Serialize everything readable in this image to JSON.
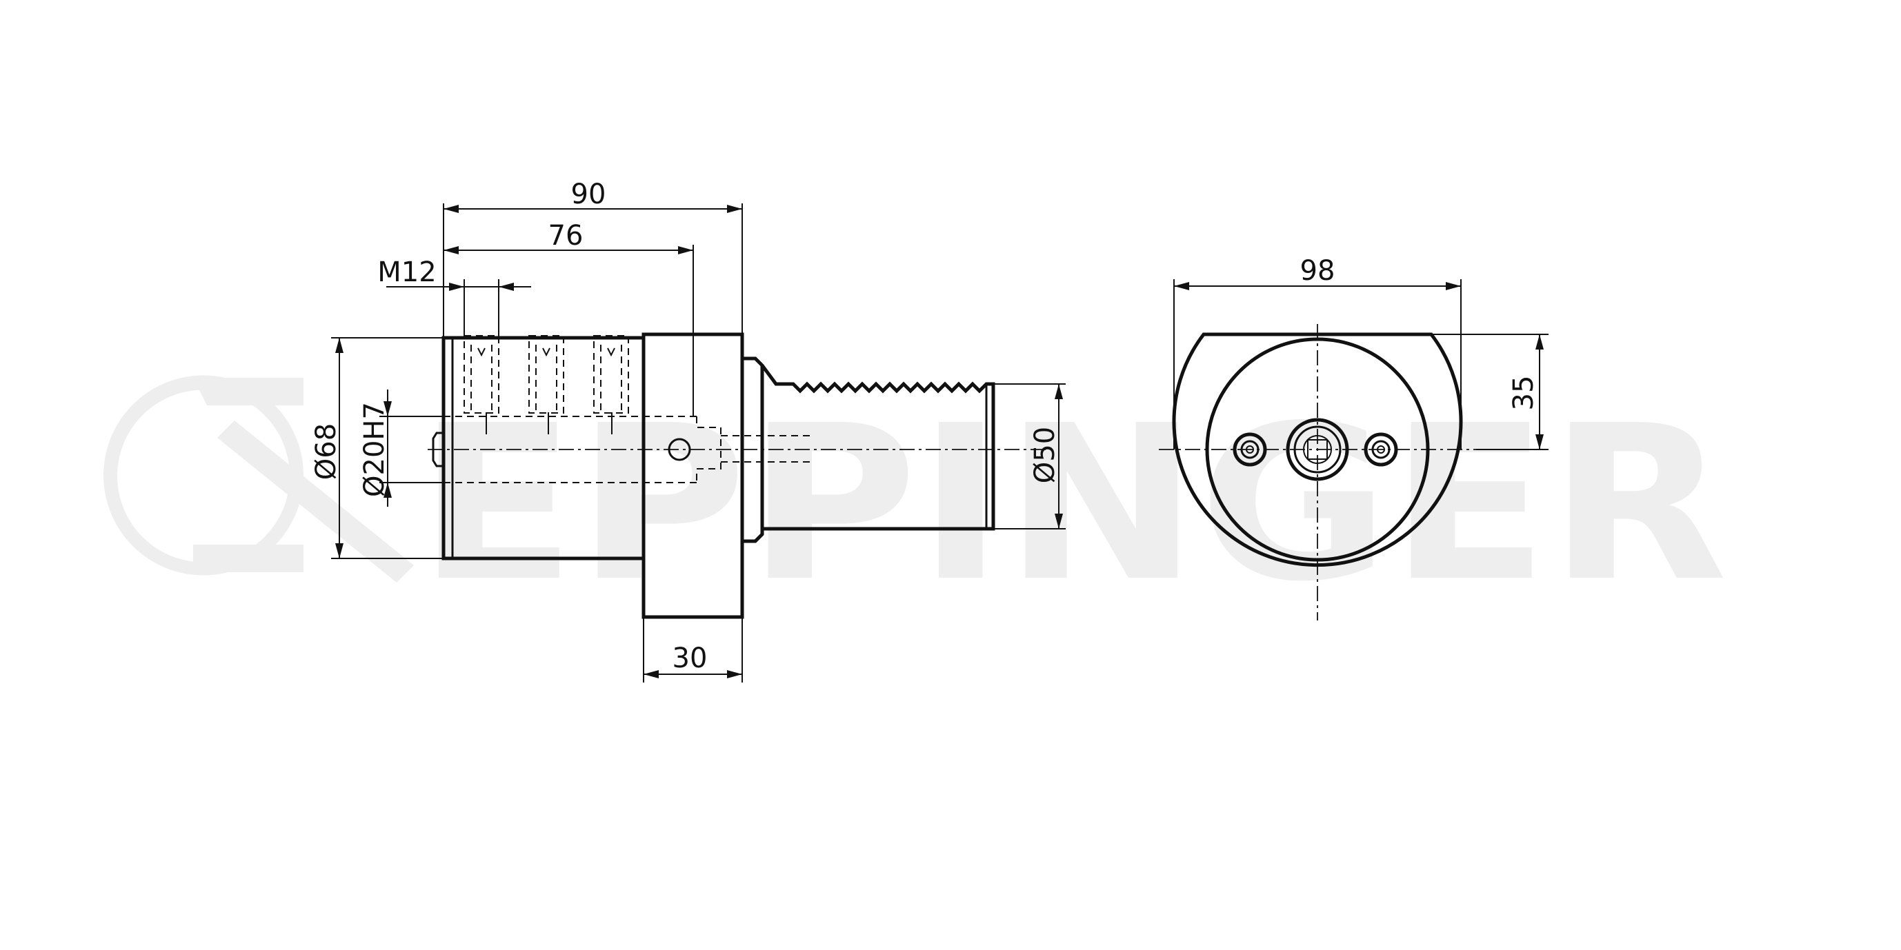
{
  "watermark": {
    "brand": "EPPINGER"
  },
  "colors": {
    "line": "#111111",
    "watermark": "#eeeeee",
    "background": "#ffffff"
  },
  "side_view": {
    "dim_overall_length": "90",
    "dim_bore_depth": "76",
    "dim_thread": "M12",
    "dim_body_diameter": "Ø68",
    "dim_bore_diameter": "Ø20H7",
    "dim_shank_diameter": "Ø50",
    "dim_flange_width": "30"
  },
  "front_view": {
    "dim_width": "98",
    "dim_height": "35"
  }
}
